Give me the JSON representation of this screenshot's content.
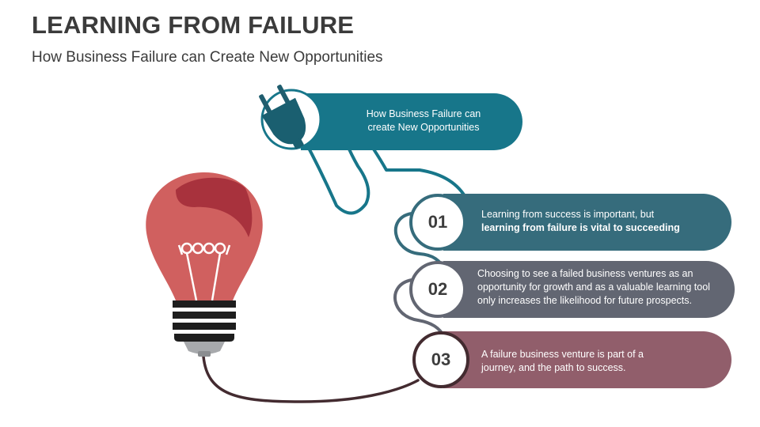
{
  "header": {
    "title": "LEARNING FROM FAILURE",
    "subtitle": "How Business Failure can Create New Opportunities"
  },
  "plug_banner": {
    "line1": "How Business Failure can",
    "line2": "create New Opportunities"
  },
  "steps": [
    {
      "number": "01",
      "line1": "Learning from success is important, but",
      "line2": "learning from failure is vital to succeeding",
      "bold_line": 2
    },
    {
      "number": "02",
      "line1": "Choosing to see a failed business ventures as an",
      "line2": "opportunity for growth and as a valuable learning tool",
      "line3": "only increases the likelihood for future prospects."
    },
    {
      "number": "03",
      "line1": "A failure business venture is part of a",
      "line2": "journey, and the path to success."
    }
  ],
  "colors": {
    "teal": "#17768a",
    "steel_blue": "#366c7c",
    "slate_gray": "#626672",
    "mauve": "#915e6b",
    "bulb_red": "#d0605f",
    "bulb_dark": "#a8323d",
    "cord": "#3a3a3a"
  },
  "icons": [
    "plug-icon",
    "light-bulb-icon"
  ]
}
